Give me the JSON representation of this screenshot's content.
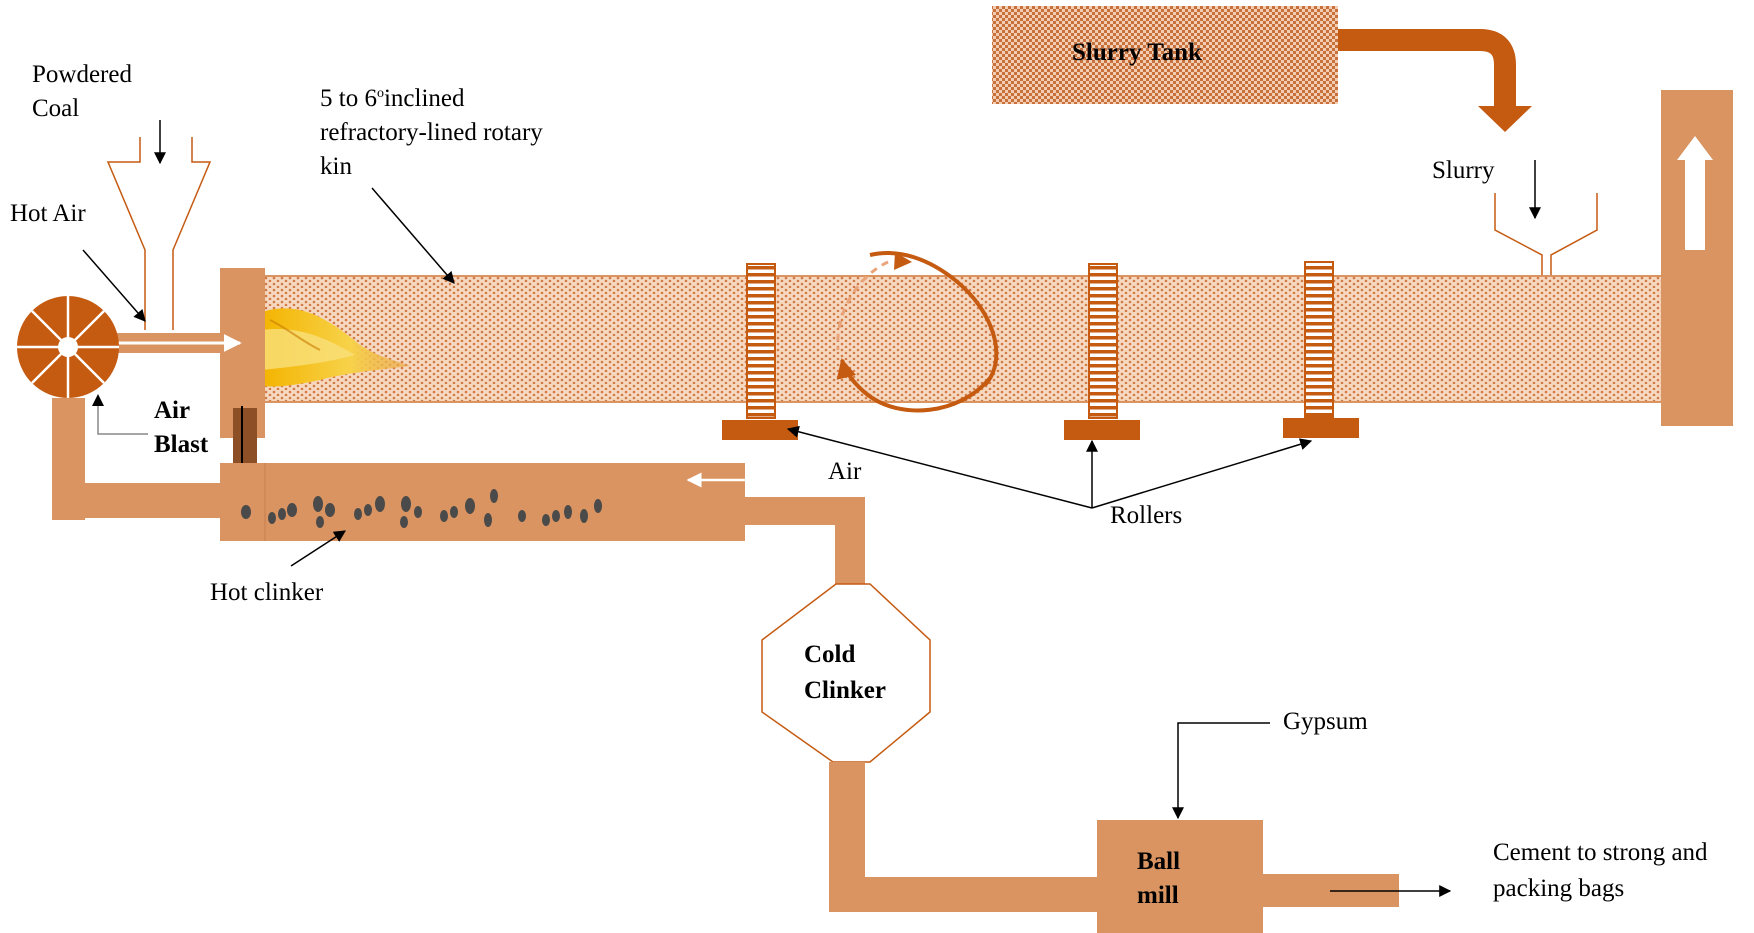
{
  "labels": {
    "powdered_coal_1": "Powdered",
    "powdered_coal_2": "Coal",
    "hot_air": "Hot Air",
    "kiln_1": "5 to 6",
    "kiln_deg": "o",
    "kiln_1b": "inclined",
    "kiln_2": "refractory-lined rotary",
    "kiln_3": "kin",
    "slurry_tank": "Slurry Tank",
    "slurry": "Slurry",
    "air_blast_1": "Air",
    "air_blast_2": "Blast",
    "air": "Air",
    "rollers": "Rollers",
    "hot_clinker": "Hot clinker",
    "cold_clinker_1": "Cold",
    "cold_clinker_2": "Clinker",
    "gypsum": "Gypsum",
    "ball_mill_1": "Ball",
    "ball_mill_2": "mill",
    "cement_1": "Cement to strong and",
    "cement_2": "packing bags"
  },
  "colors": {
    "pipe": "#d99461",
    "dark": "#c55a11",
    "arrow": "#000000"
  }
}
